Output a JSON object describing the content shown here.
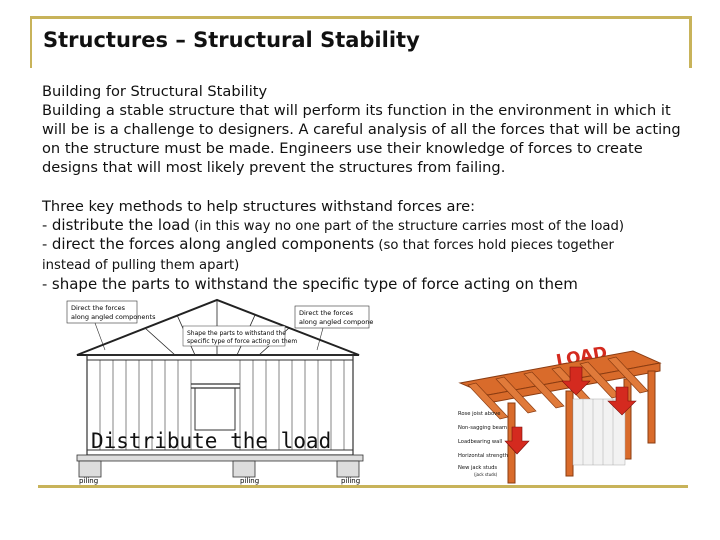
{
  "title": "Structures – Structural Stability",
  "heading": "Building for Structural Stability",
  "paragraph": [
    "Building a stable structure that will perform its function in the environment in which it",
    "will be is a challenge to designers.  A careful analysis of all the forces that will be acting",
    "on the structure must be made.  Engineers use their knowledge of forces to create",
    "designs that will most likely prevent the structures from failing."
  ],
  "intro": "Three key methods to help structures withstand forces are:",
  "methods": [
    {
      "prefix": "- ",
      "label": "distribute the load",
      "note": " (in this way no one part of the structure carries most of the load)"
    },
    {
      "prefix": "- ",
      "label": "direct the forces along angled components",
      "note": " (so that forces hold pieces together",
      "note_cont": "instead of pulling them apart)"
    },
    {
      "prefix": "- ",
      "label": "shape the parts to withstand the specific type of force acting on them"
    }
  ],
  "house_figure": {
    "callout_left": [
      "Direct the forces",
      "along angled components"
    ],
    "callout_right": [
      "Direct the forces",
      "along angled components"
    ],
    "callout_center": [
      "Shape the parts to withstand the",
      "specific type of force acting on them"
    ],
    "big_label": "Distribute the load",
    "pilings": [
      "piling",
      "piling",
      "piling"
    ]
  },
  "pergola_figure": {
    "load_label": "LOAD",
    "labels": [
      "Rose joist above",
      "Non-sagging beam",
      "Loadbearing wall",
      "Horizontal strength",
      "New jack studs"
    ],
    "small_note": "(jack studs)"
  },
  "colors": {
    "frame": "#c8b35a",
    "load_red": "#d42a1f",
    "wood": "#d96b2b"
  }
}
